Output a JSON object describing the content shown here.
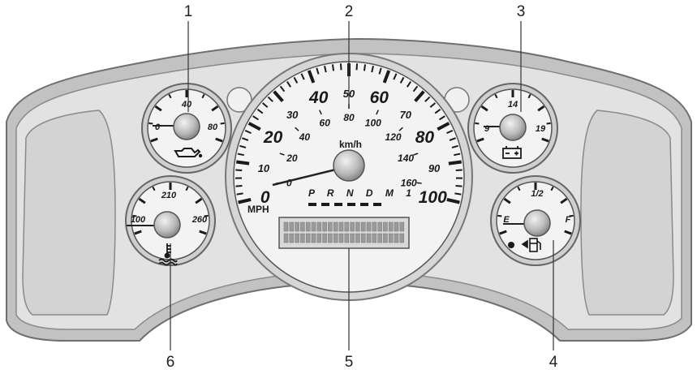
{
  "callouts": [
    "1",
    "2",
    "3",
    "4",
    "5",
    "6"
  ],
  "speedometer": {
    "mph_labels": [
      "0",
      "10",
      "20",
      "30",
      "40",
      "50",
      "60",
      "70",
      "80",
      "90",
      "100"
    ],
    "kmh_labels": [
      "0",
      "20",
      "40",
      "60",
      "80",
      "100",
      "120",
      "140",
      "160"
    ],
    "kmh_unit": "km/h",
    "mph_unit": "MPH",
    "prndl": "P R N D M 1"
  },
  "oil_gauge": {
    "labels": [
      "0",
      "40",
      "80"
    ],
    "icon": "oil-can-icon"
  },
  "volt_gauge": {
    "labels": [
      "9",
      "14",
      "19"
    ],
    "icon": "battery-icon"
  },
  "fuel_gauge": {
    "labels": [
      "E",
      "1/2",
      "F"
    ],
    "icon": "fuel-pump-icon"
  },
  "temp_gauge": {
    "labels": [
      "100",
      "210",
      "260"
    ],
    "icon": "coolant-temperature-icon"
  },
  "colors": {
    "bezel": "#bdbdbd",
    "bezel_dark": "#8c8c8c",
    "face": "#ececec",
    "ink": "#1a1a1a"
  }
}
